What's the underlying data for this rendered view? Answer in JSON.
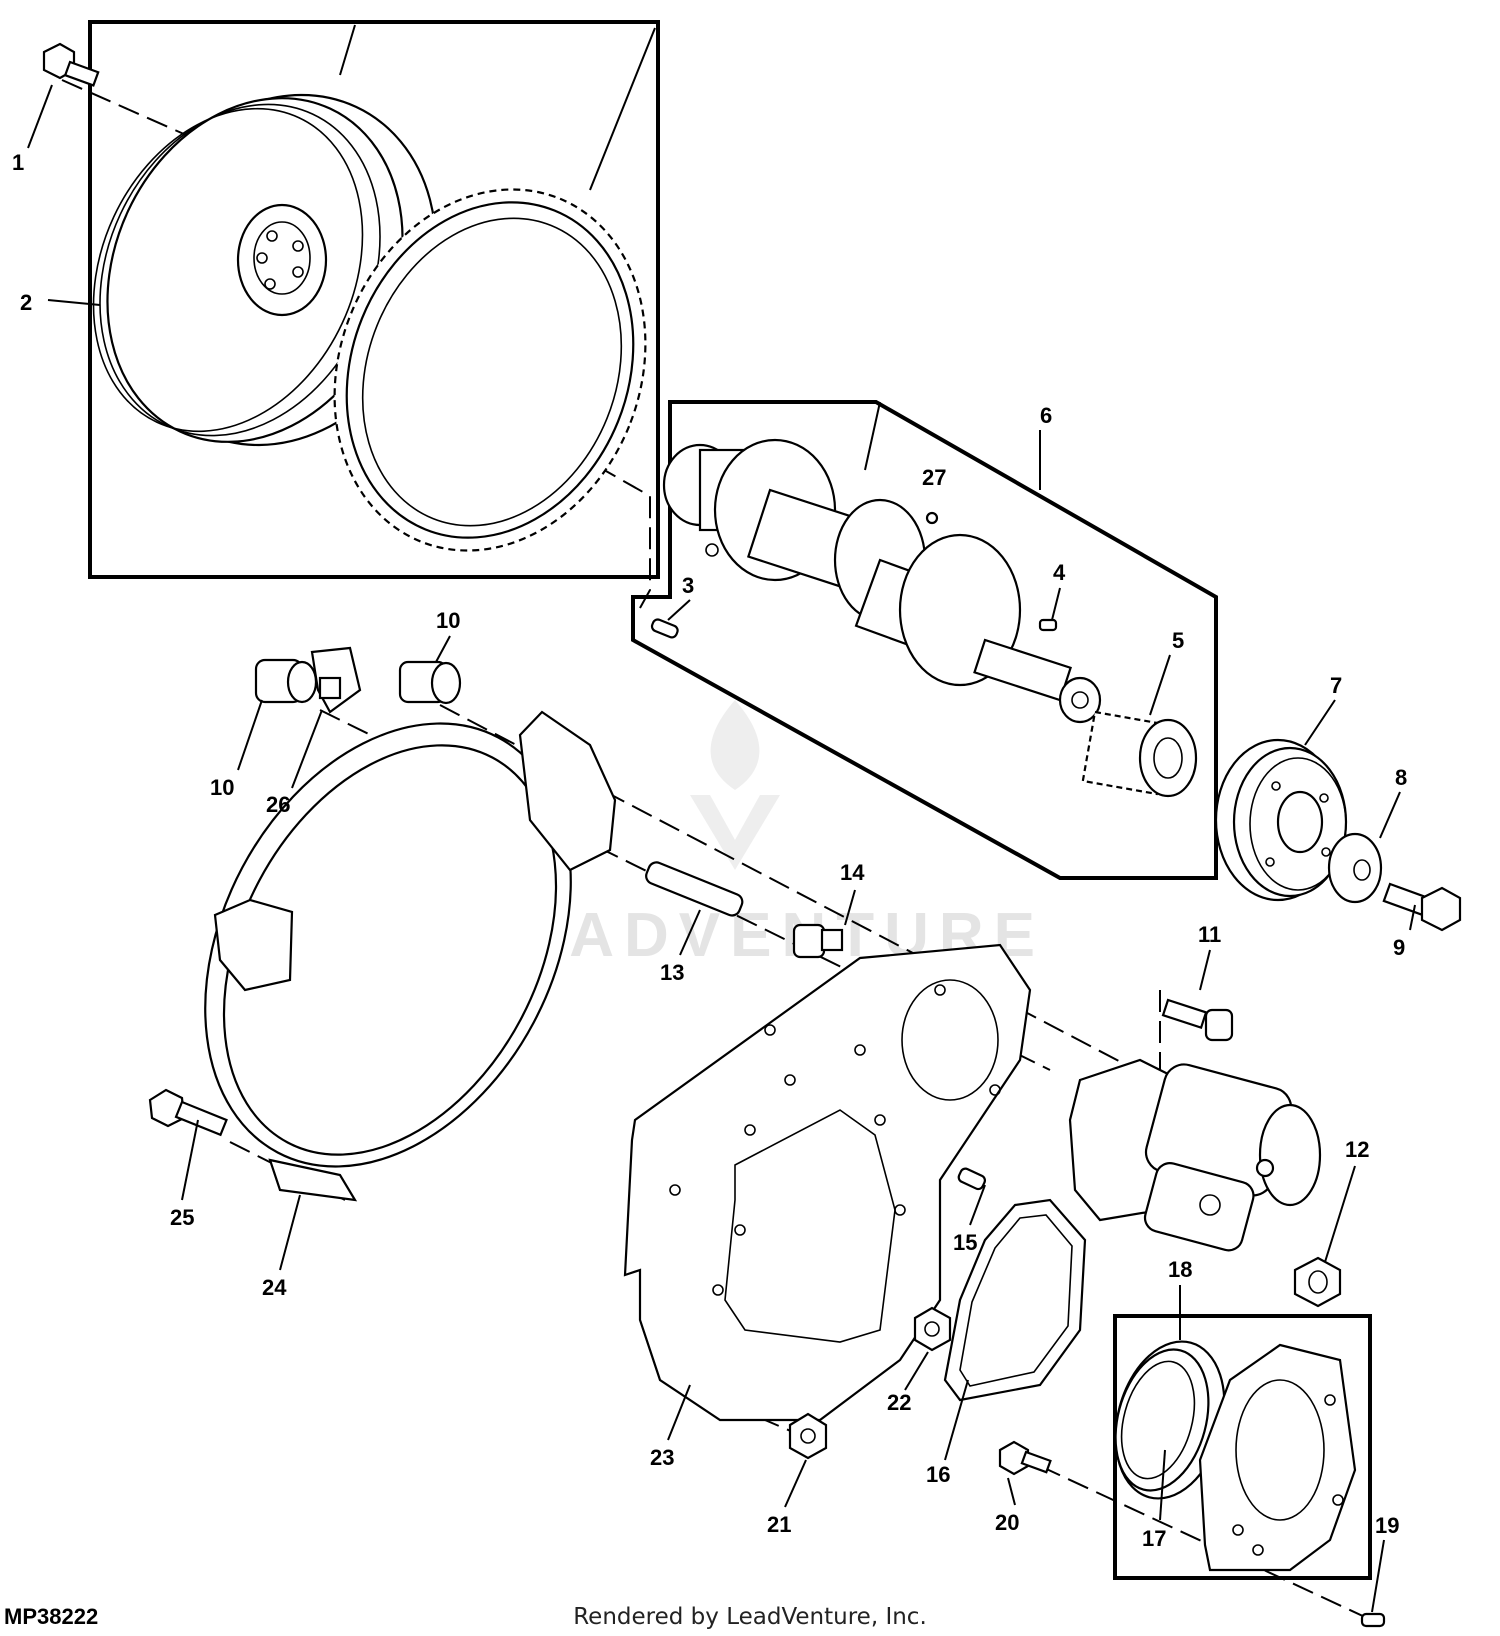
{
  "figure_id": "MP38222",
  "footer": "Rendered by LeadVenture, Inc.",
  "watermark": "LEADVENTURE",
  "callouts": {
    "c1": "1",
    "c2": "2",
    "c3": "3",
    "c4": "4",
    "c5": "5",
    "c6": "6",
    "c7": "7",
    "c8": "8",
    "c9": "9",
    "c10a": "10",
    "c10b": "10",
    "c11": "11",
    "c12": "12",
    "c13": "13",
    "c14": "14",
    "c15": "15",
    "c16": "16",
    "c17": "17",
    "c18": "18",
    "c19": "19",
    "c20": "20",
    "c21": "21",
    "c22": "22",
    "c23": "23",
    "c24": "24",
    "c25": "25",
    "c26": "26",
    "c27": "27"
  },
  "icons": {
    "watermark_logo": "leadventure-flame-logo"
  }
}
